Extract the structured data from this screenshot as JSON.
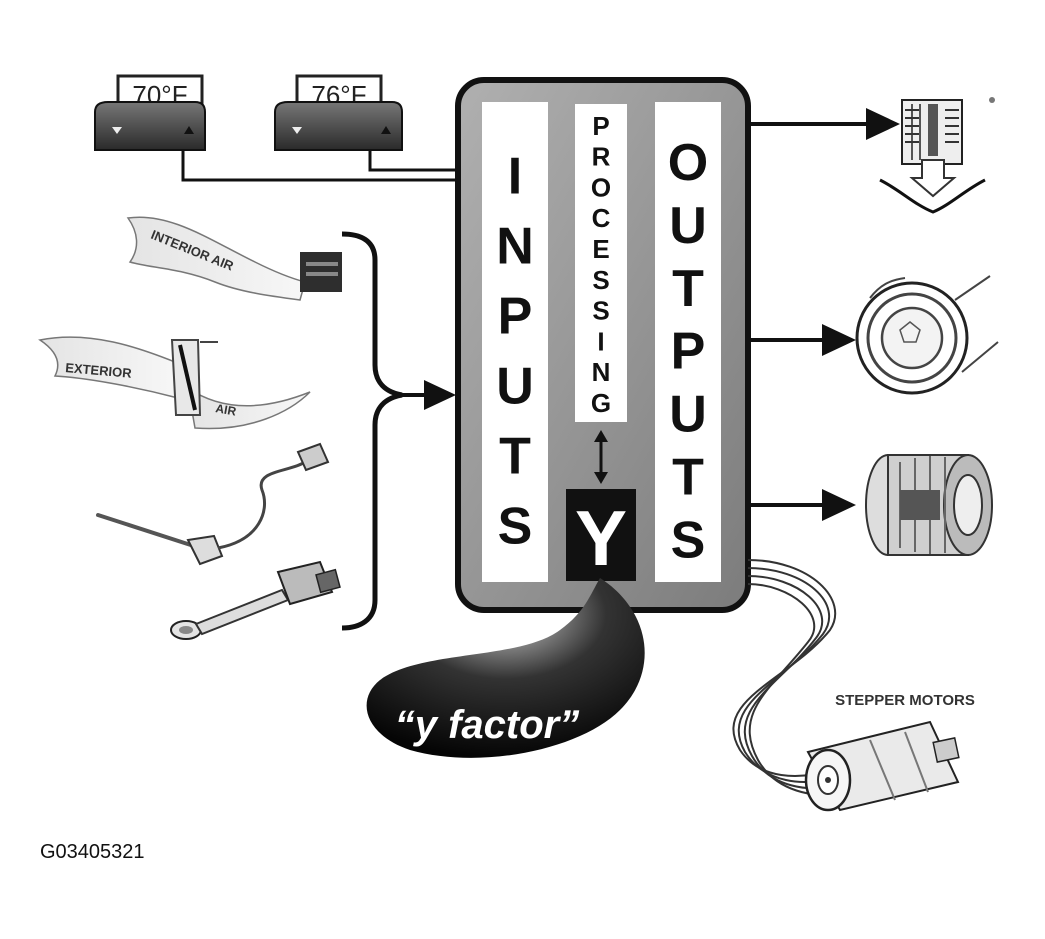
{
  "thermostats": [
    {
      "display": "70°F"
    },
    {
      "display": "76°F"
    }
  ],
  "inputs_column": "INPUTS",
  "processing_column": "PROCESSING",
  "outputs_column": "OUTPUTS",
  "y_box": "Y",
  "y_factor_label": "“y factor”",
  "input_labels": {
    "interior_air": "INTERIOR AIR",
    "exterior": "EXTERIOR",
    "air": "AIR"
  },
  "stepper_motors_label": "STEPPER MOTORS",
  "figure_code": "G03405321",
  "colors": {
    "box_fill": "#8f8f8f",
    "box_stroke": "#111111",
    "column_fill": "#ffffff",
    "y_box_fill": "#111111",
    "blob_fill": "#0a0a0a"
  }
}
